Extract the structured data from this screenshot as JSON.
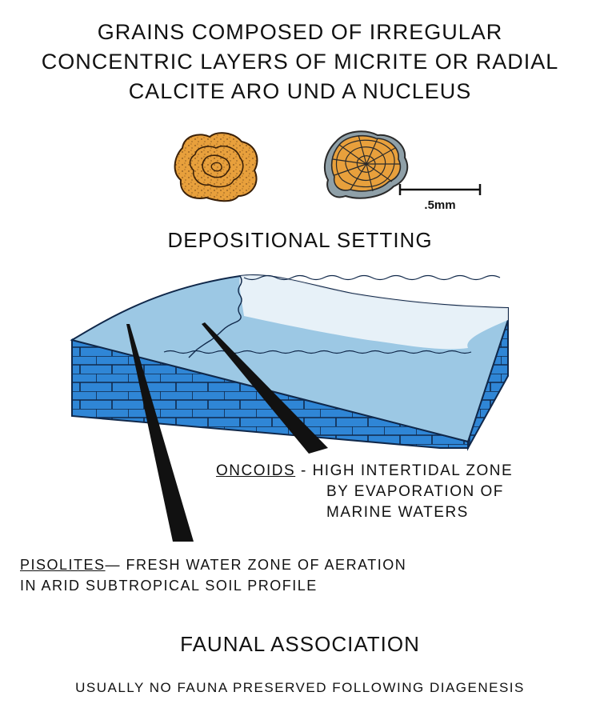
{
  "title": {
    "line1": "GRAINS COMPOSED OF IRREGULAR",
    "line2": "CONCENTRIC LAYERS OF MICRITE OR RADIAL",
    "line3": "CALCITE ARO UND A NUCLEUS"
  },
  "scale_label": ".5mm",
  "depositional_heading": "DEPOSITIONAL SETTING",
  "oncoids": {
    "term": "ONCOIDS",
    "line1": " - HIGH INTERTIDAL ZONE",
    "line2": "BY EVAPORATION OF",
    "line3": "MARINE WATERS"
  },
  "pisolites": {
    "term": "PISOLITES",
    "line1": "— FRESH WATER ZONE OF AERATION",
    "line2": "IN ARID SUBTROPICAL SOIL PROFILE"
  },
  "faunal_heading": "FAUNAL ASSOCIATION",
  "faunal_text": "USUALLY NO FAUNA PRESERVED FOLLOWING DIAGENESIS",
  "colors": {
    "grain_fill": "#e8a03c",
    "water": "#9cc8e4",
    "brick": "#2f86d6",
    "mortar": "#10284a",
    "ink": "#111111"
  }
}
